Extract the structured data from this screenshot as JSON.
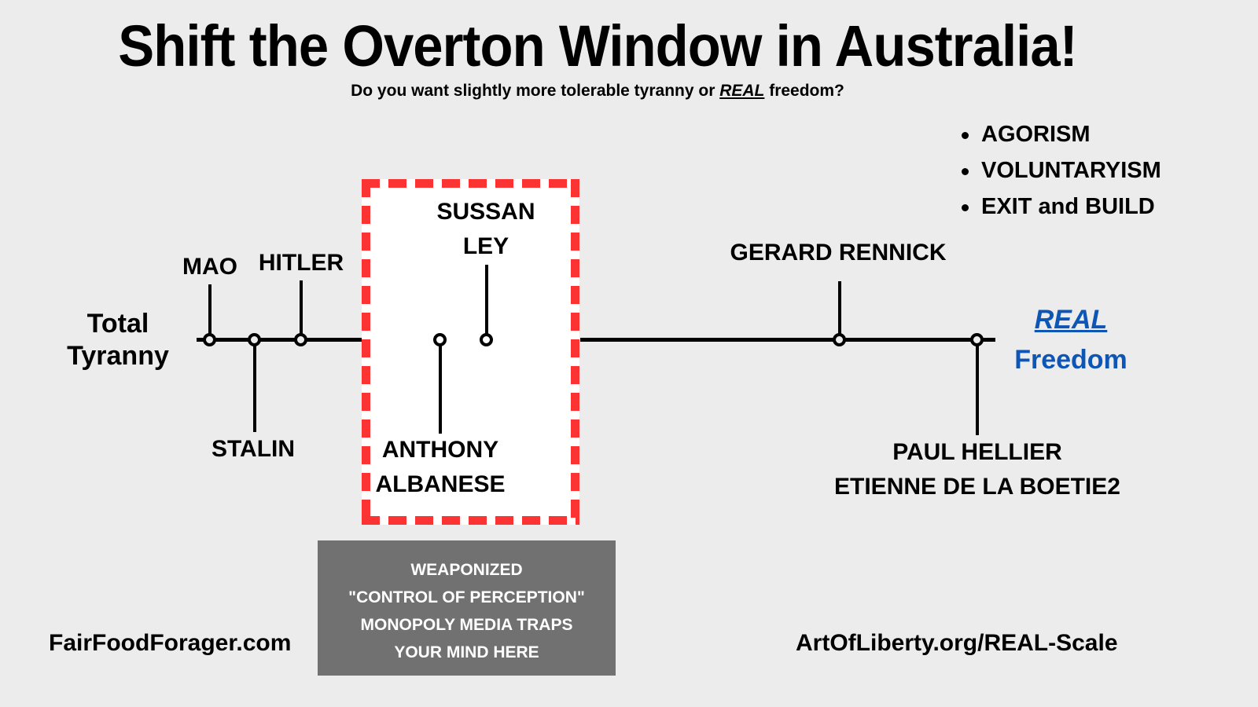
{
  "header": {
    "title": "Shift the Overton Window in Australia!",
    "subtitle_before": "Do you want slightly more tolerable tyranny or ",
    "subtitle_emphasis": "REAL",
    "subtitle_after": " freedom?"
  },
  "bullets": [
    {
      "label": "AGORISM"
    },
    {
      "label": "VOLUNTARYISM"
    },
    {
      "label": "EXIT and BUILD"
    }
  ],
  "scale": {
    "left_end_label_line1": "Total",
    "left_end_label_line2": "Tyranny",
    "right_end_emphasis": "REAL",
    "right_end_label": "Freedom",
    "right_end_color": "#0d56b5",
    "axis_color": "#000000",
    "points": [
      {
        "name": "mao",
        "label": "MAO",
        "direction": "up"
      },
      {
        "name": "stalin",
        "label": "STALIN",
        "direction": "down"
      },
      {
        "name": "hitler",
        "label": "HITLER",
        "direction": "up"
      },
      {
        "name": "anthony-albanese",
        "label_line1": "ANTHONY",
        "label_line2": "ALBANESE",
        "direction": "down"
      },
      {
        "name": "sussan-ley",
        "label_line1": "SUSSAN",
        "label_line2": "LEY",
        "direction": "up"
      },
      {
        "name": "gerard-rennick",
        "label": "GERARD RENNICK",
        "direction": "up"
      },
      {
        "name": "paul-hellier",
        "label_line1": "PAUL HELLIER",
        "label_line2": "ETIENNE DE LA BOETIE2",
        "direction": "down"
      }
    ]
  },
  "overton_window": {
    "border_color": "#fb3333",
    "fill_color": "#ffffff"
  },
  "media_box": {
    "background_color": "#717171",
    "line1": "WEAPONIZED",
    "line2": "\"CONTROL OF PERCEPTION\"",
    "line3": "MONOPOLY MEDIA TRAPS",
    "line4": "YOUR MIND HERE"
  },
  "footer": {
    "left": "FairFoodForager.com",
    "right": "ArtOfLiberty.org/REAL-Scale"
  }
}
